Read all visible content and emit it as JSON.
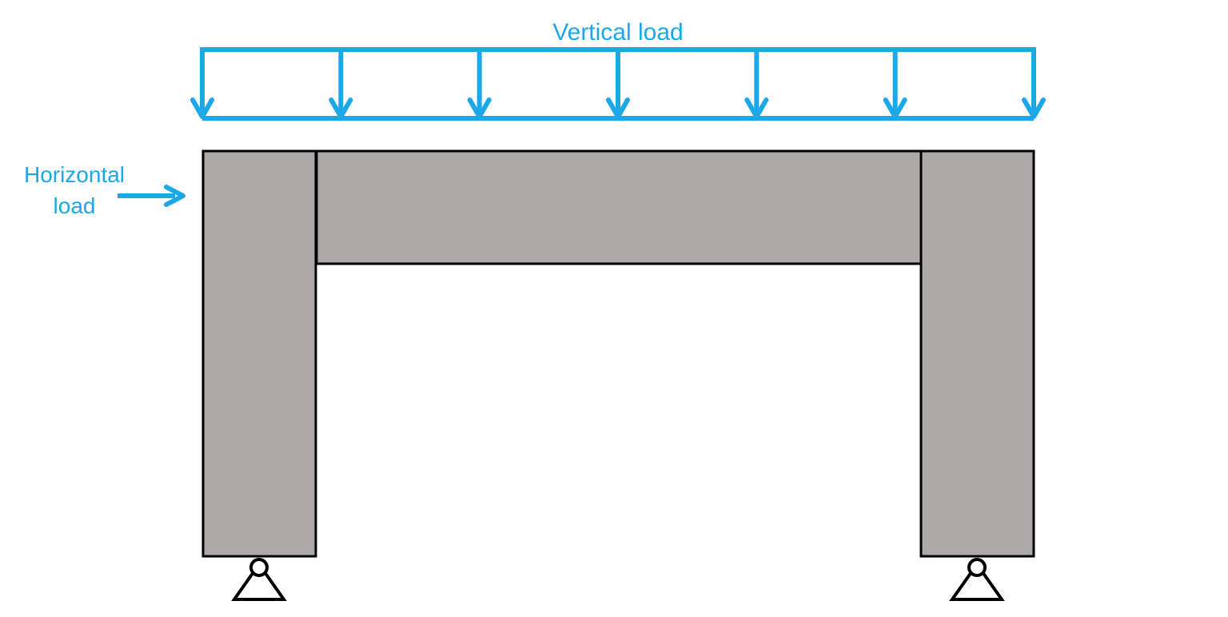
{
  "labels": {
    "vertical_load": "Vertical load",
    "horizontal_load_line1": "Horizontal",
    "horizontal_load_line2": "load"
  },
  "colors": {
    "load_arrow_blue": "#1BA8E8",
    "frame_fill_gray": "#ACA9A8",
    "outline_black": "#000000",
    "background": "#FFFFFF"
  },
  "vertical_load": {
    "arrow_count": 7,
    "style": "uniformly-distributed-load"
  },
  "horizontal_load": {
    "arrow_count": 1,
    "direction": "right"
  },
  "supports": {
    "count": 2,
    "glyph": "pin-support"
  }
}
